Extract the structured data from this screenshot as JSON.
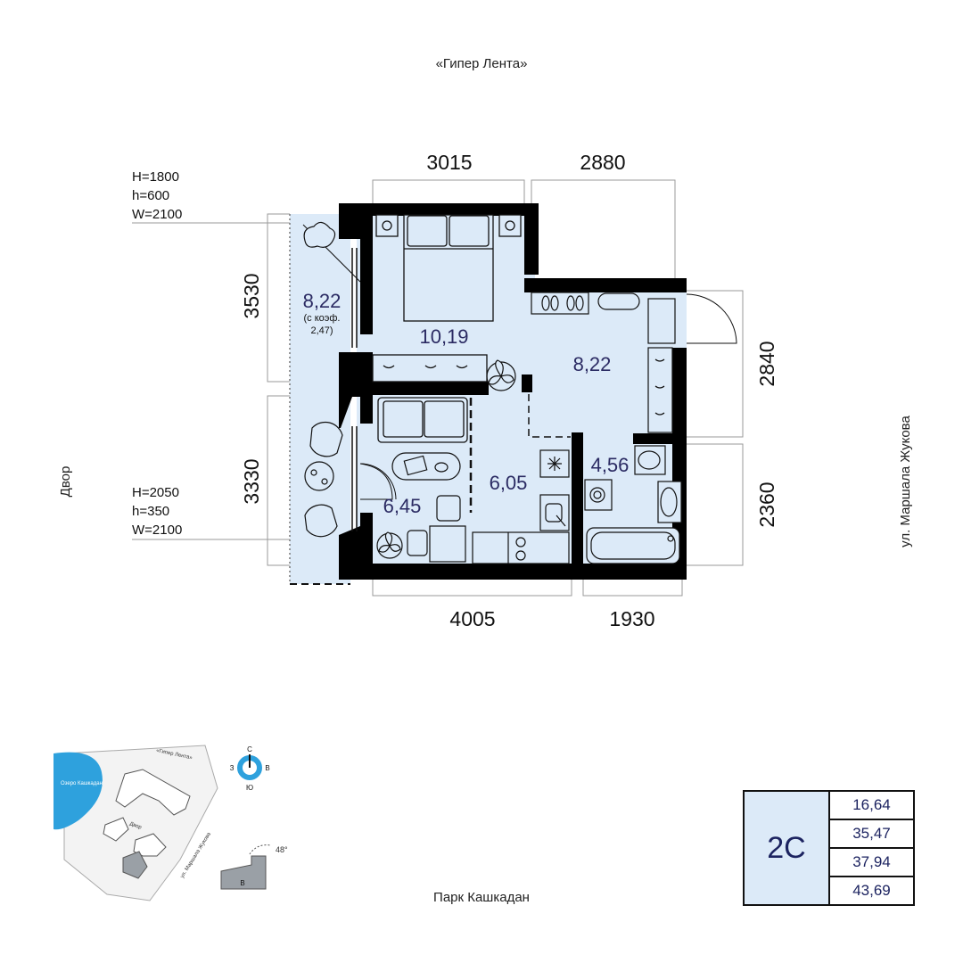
{
  "labels": {
    "top": "«Гипер Лента»",
    "left": "Двор",
    "right": "ул. Маршала Жукова",
    "bottom": "Парк Кашкадан"
  },
  "dimensions": {
    "top_1": "3015",
    "top_2": "2880",
    "bottom_1": "4005",
    "bottom_2": "1930",
    "left_1": "3530",
    "left_2": "3330",
    "right_1": "2840",
    "right_2": "2360"
  },
  "windows": {
    "upper": [
      "H=1800",
      "h=600",
      "W=2100"
    ],
    "lower": [
      "H=2050",
      "h=350",
      "W=2100"
    ]
  },
  "rooms": {
    "balcony_area": "8,22",
    "balcony_note_1": "(с коэф.",
    "balcony_note_2": "2,47)",
    "bedroom": "10,19",
    "hall": "8,22",
    "living": "6,45",
    "kitchen": "6,05",
    "bathroom": "4,56"
  },
  "map": {
    "lake": "Озеро Кашкадан",
    "mall": "«Гипер Лента»",
    "yard": "Двор",
    "street": "ул. Маршала Жукова",
    "section": "В",
    "angle": "48°",
    "compass": {
      "n": "С",
      "s": "Ю",
      "w": "З",
      "e": "В"
    }
  },
  "info": {
    "type": "2С",
    "values": [
      "16,64",
      "35,47",
      "37,94",
      "43,69"
    ]
  },
  "colors": {
    "room_fill": "#dceaf8",
    "wall": "#000000",
    "text_accent": "#2b2b63",
    "lake": "#2ea1dd"
  }
}
